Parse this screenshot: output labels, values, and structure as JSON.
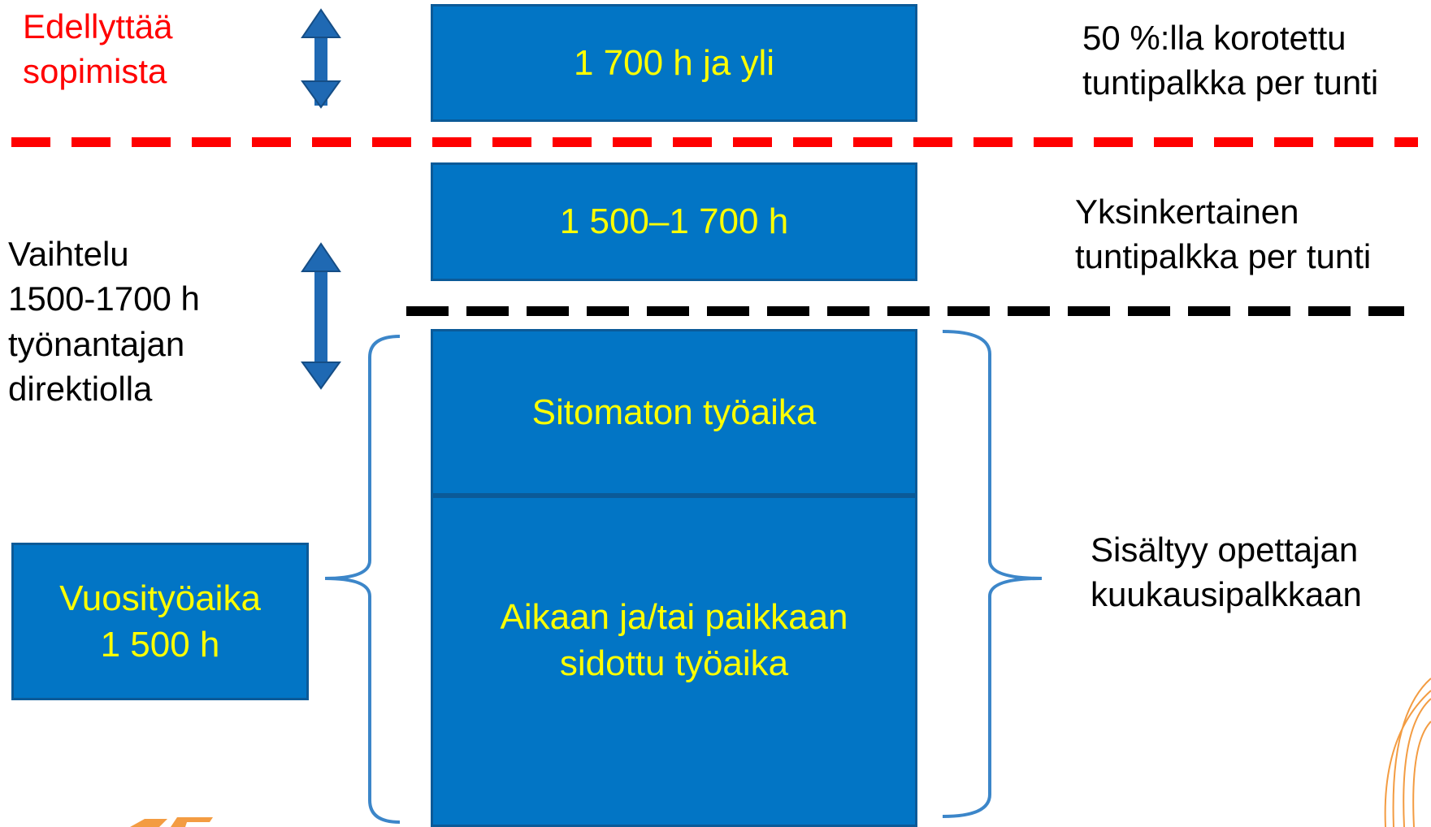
{
  "colors": {
    "box_fill": "#0275c5",
    "box_border": "#0b5a98",
    "box_text": "#ffff00",
    "red_line": "#ff0000",
    "black_line": "#000000",
    "arrow": "#1f69b3",
    "bracket": "#3c86c9",
    "decor_orange": "#f39c42"
  },
  "left": {
    "requires_agreement": [
      "Edellyttää",
      "sopimista"
    ],
    "variation": [
      "Vaihtelu",
      "1500-1700 h",
      "työnantajan",
      "direktiolla"
    ]
  },
  "boxes": {
    "over_1700": "1 700 h ja yli",
    "range_1500_1700": "1 500–1 700 h",
    "unbound": "Sitomaton työaika",
    "bound": [
      "Aikaan ja/tai paikkaan",
      "sidottu työaika"
    ],
    "annual": [
      "Vuosityöaika",
      "1 500 h"
    ]
  },
  "right": {
    "increased_pay": [
      "50 %:lla korotettu",
      "tuntipalkka per tunti"
    ],
    "single_pay": [
      "Yksinkertainen",
      "tuntipalkka per tunti"
    ],
    "included": [
      "Sisältyy opettajan",
      "kuukausipalkkaan"
    ]
  },
  "icons": {
    "top_arrow": "double-arrow-vertical-icon",
    "mid_arrow": "double-arrow-vertical-icon"
  }
}
